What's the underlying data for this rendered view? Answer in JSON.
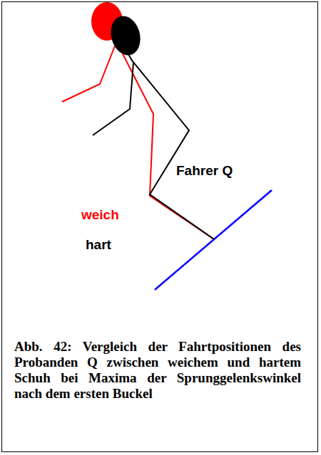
{
  "diagram": {
    "caption": "Abb. 42: Vergleich der Fahrtpositionen des Probanden Q zwischen weichem und hartem Schuh bei Maxima der Sprunggelenkswinkel nach dem ersten Buckel",
    "labels": [
      "Fahrer Q",
      "weich",
      "hart"
    ]
  }
}
